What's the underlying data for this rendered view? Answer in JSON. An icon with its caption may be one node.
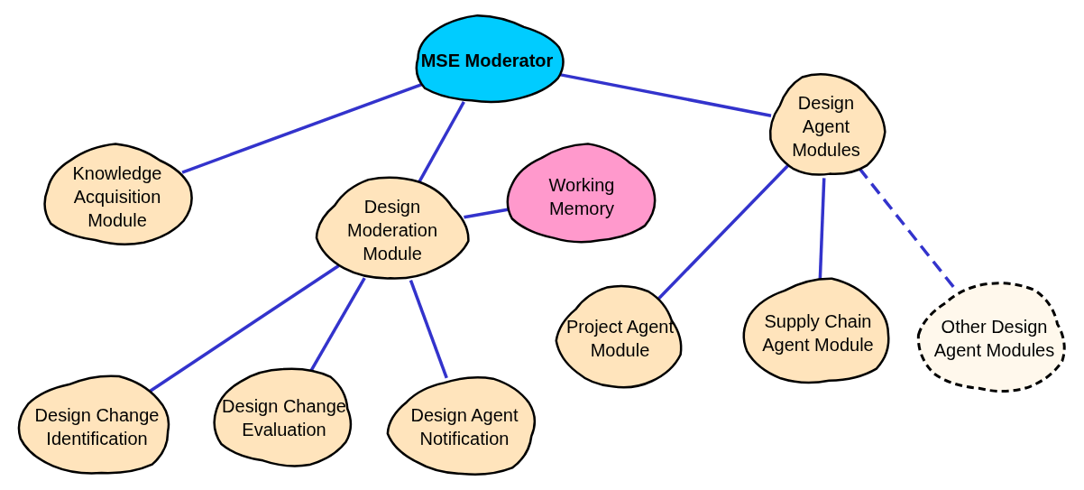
{
  "diagram": {
    "nodes": [
      {
        "text": [
          "MSE Moderator"
        ]
      },
      {
        "text": [
          "Design Agent Modules"
        ]
      },
      {
        "text": [
          "Knowledge Acquisition Module"
        ]
      },
      {
        "text": [
          "Design Moderation Module"
        ]
      },
      {
        "text": [
          "Working Memory"
        ]
      },
      {
        "text": [
          "Project Agent Module"
        ]
      },
      {
        "text": [
          "Supply Chain Agent Module"
        ]
      },
      {
        "text": [
          "Other Design Agent Modules"
        ]
      },
      {
        "text": [
          "Design Change Identification"
        ]
      },
      {
        "text": [
          "Design Change Evaluation"
        ]
      },
      {
        "text": [
          "Design Agent Notification"
        ]
      }
    ],
    "edges": [
      {
        "from": 0,
        "to": 2,
        "arrow": "none"
      },
      {
        "from": 0,
        "to": 3,
        "arrow": "none"
      },
      {
        "from": 0,
        "to": 1,
        "arrow": "none"
      },
      {
        "from": 3,
        "to": 4,
        "arrow": "none"
      },
      {
        "from": 1,
        "to": 5,
        "arrow": "none"
      },
      {
        "from": 1,
        "to": 6,
        "arrow": "none"
      },
      {
        "from": 1,
        "to": 7,
        "arrow": "none",
        "style": "dashed"
      },
      {
        "from": 3,
        "to": 8,
        "arrow": "none"
      },
      {
        "from": 3,
        "to": 9,
        "arrow": "none"
      },
      {
        "from": 3,
        "to": 10,
        "arrow": "none"
      }
    ]
  }
}
